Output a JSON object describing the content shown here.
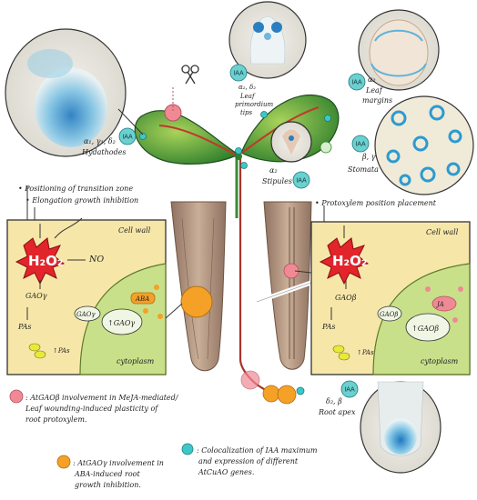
{
  "images": {
    "hydathodes": {
      "organ": "α₁, γ₁, δ₂",
      "label": "Hydathodes",
      "badge": "IAA"
    },
    "leaf_primordium": {
      "organ": "α₂, δ₂",
      "label_line1": "Leaf",
      "label_line2": "primordium",
      "label_line3": "tips",
      "badge": "IAA"
    },
    "leaf_margins": {
      "organ": "α₂",
      "label_line1": "Leaf",
      "label_line2": "margins",
      "badge": "IAA"
    },
    "stomata": {
      "organ": "β, γ",
      "label": "Stomata",
      "badge": "IAA"
    },
    "stipules": {
      "organ": "α₂",
      "label": "Stipules",
      "badge": "IAA"
    },
    "root_apex": {
      "organ": "δ₂, β",
      "label": "Root apex",
      "badge": "IAA"
    }
  },
  "left_panel": {
    "bullet1": "• Positioning of transition zone",
    "bullet2": "• Elongation growth inhibition",
    "cell_wall": "Cell wall",
    "h2o2": "H₂O₂",
    "no": "NO",
    "gao_left": "GAOγ",
    "gao_cell": "GAOγ",
    "gao_up": "↑GAOγ",
    "aba": "ABA",
    "pas": "PAs",
    "pas_up": "↑PAs",
    "cytoplasm": "cytoplasm"
  },
  "right_panel": {
    "bullet1": "• Protoxylem position placement",
    "cell_wall": "Cell wall",
    "h2o2": "H₂O₂",
    "gao_left": "GAOβ",
    "gao_cell": "GAOβ",
    "gao_up": "↑GAOβ",
    "ja": "JA",
    "pas": "PAs",
    "pas_up": "↑PAs",
    "cytoplasm": "cytoplasm"
  },
  "legend": {
    "pink_line1": ": AtGAOβ involvement in MeJA-mediated/",
    "pink_line2": "Leaf wounding-induced plasticity of",
    "pink_line3": "root protoxylem.",
    "orange_line1": ": AtGAOγ involvement in",
    "orange_line2": "ABA-induced root",
    "orange_line3": "growth inhibition.",
    "cyan_line1": ": Colocalization of IAA maximum",
    "cyan_line2": "and expression of different",
    "cyan_line3": "AtCuAO genes."
  },
  "colors": {
    "panel_bg": "#f6e7a9",
    "cell_green": "#c9e08a",
    "leaf_green": "#3f9a3a",
    "root_brown": "#b89a82",
    "gus_blue": "#2b9bd0",
    "h2o2_red": "#e2242b",
    "legend_pink": "#ef8a95",
    "legend_orange": "#f5a027",
    "legend_cyan": "#3ec7c9"
  }
}
